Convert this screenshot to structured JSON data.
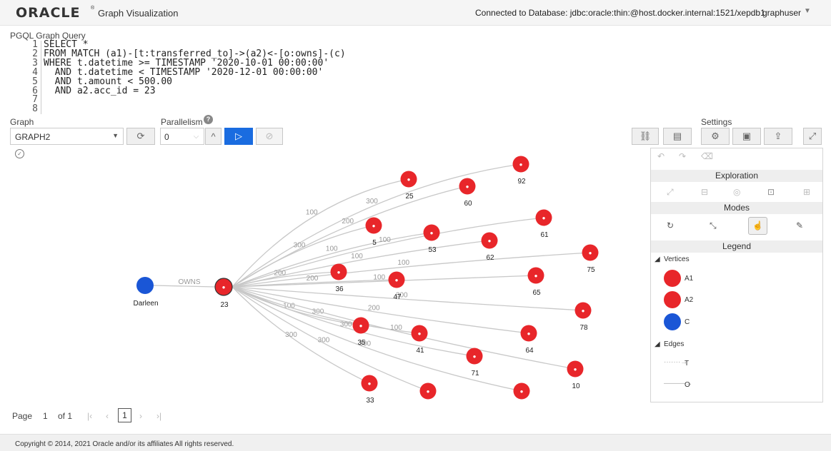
{
  "header": {
    "brand": "ORACLE",
    "brand_mark": "®",
    "title": "Graph Visualization",
    "connection": "Connected to Database: jdbc:oracle:thin:@host.docker.internal:1521/xepdb1",
    "user": "graphuser"
  },
  "query": {
    "label": "PGQL Graph Query",
    "lines": [
      {
        "num": "1",
        "text": "SELECT *"
      },
      {
        "num": "2",
        "text": "FROM MATCH (a1)-[t:transferred_to]->(a2)<-[o:owns]-(c)"
      },
      {
        "num": "3",
        "text": "WHERE t.datetime >= TIMESTAMP '2020-10-01 00:00:00'"
      },
      {
        "num": "4",
        "text": "  AND t.datetime < TIMESTAMP '2020-12-01 00:00:00'"
      },
      {
        "num": "5",
        "text": "  AND t.amount < 500.00"
      },
      {
        "num": "6",
        "text": "  AND a2.acc_id = 23"
      },
      {
        "num": "7",
        "text": ""
      },
      {
        "num": "8",
        "text": ""
      }
    ]
  },
  "controls": {
    "graph_label": "Graph",
    "graph_value": "GRAPH2",
    "parallelism_label": "Parallelism",
    "parallelism_value": "0",
    "settings_label": "Settings"
  },
  "panel": {
    "exploration": "Exploration",
    "modes": "Modes",
    "legend": "Legend",
    "vertices_label": "Vertices",
    "edges_label": "Edges",
    "vertex_legend": [
      "A1",
      "A2",
      "C"
    ],
    "edge_legend": [
      "T",
      "O"
    ]
  },
  "graph": {
    "owner_label": "Darleen",
    "owns_label": "OWNS",
    "center_label": "23",
    "nodes": [
      {
        "label": "25",
        "amount": "100"
      },
      {
        "label": "92",
        "amount": "300"
      },
      {
        "label": "60",
        "amount": "200"
      },
      {
        "label": "5",
        "amount": "300"
      },
      {
        "label": "53",
        "amount": "100"
      },
      {
        "label": "61",
        "amount": "100"
      },
      {
        "label": "62",
        "amount": "100"
      },
      {
        "label": "75",
        "amount": "100"
      },
      {
        "label": "36",
        "amount": "200"
      },
      {
        "label": "47",
        "amount": "200"
      },
      {
        "label": "65",
        "amount": "100"
      },
      {
        "label": "78",
        "amount": "300"
      },
      {
        "label": "64",
        "amount": "200"
      },
      {
        "label": "35",
        "amount": "100"
      },
      {
        "label": "41",
        "amount": "300"
      },
      {
        "label": "71",
        "amount": "300"
      },
      {
        "label": "10",
        "amount": "100"
      },
      {
        "label": "33",
        "amount": "300"
      },
      {
        "label": "",
        "amount": "300"
      },
      {
        "label": "",
        "amount": "300"
      }
    ]
  },
  "pager": {
    "page_label": "Page",
    "page_value": "1",
    "of_label": "of 1",
    "current": "1"
  },
  "footer": {
    "copyright": "Copyright © 2014, 2021 Oracle and/or its affiliates All rights reserved."
  },
  "colors": {
    "account": "#e8262a",
    "customer": "#1a56d6",
    "edge": "#c8c8c8",
    "run_button": "#1a6ce0"
  }
}
